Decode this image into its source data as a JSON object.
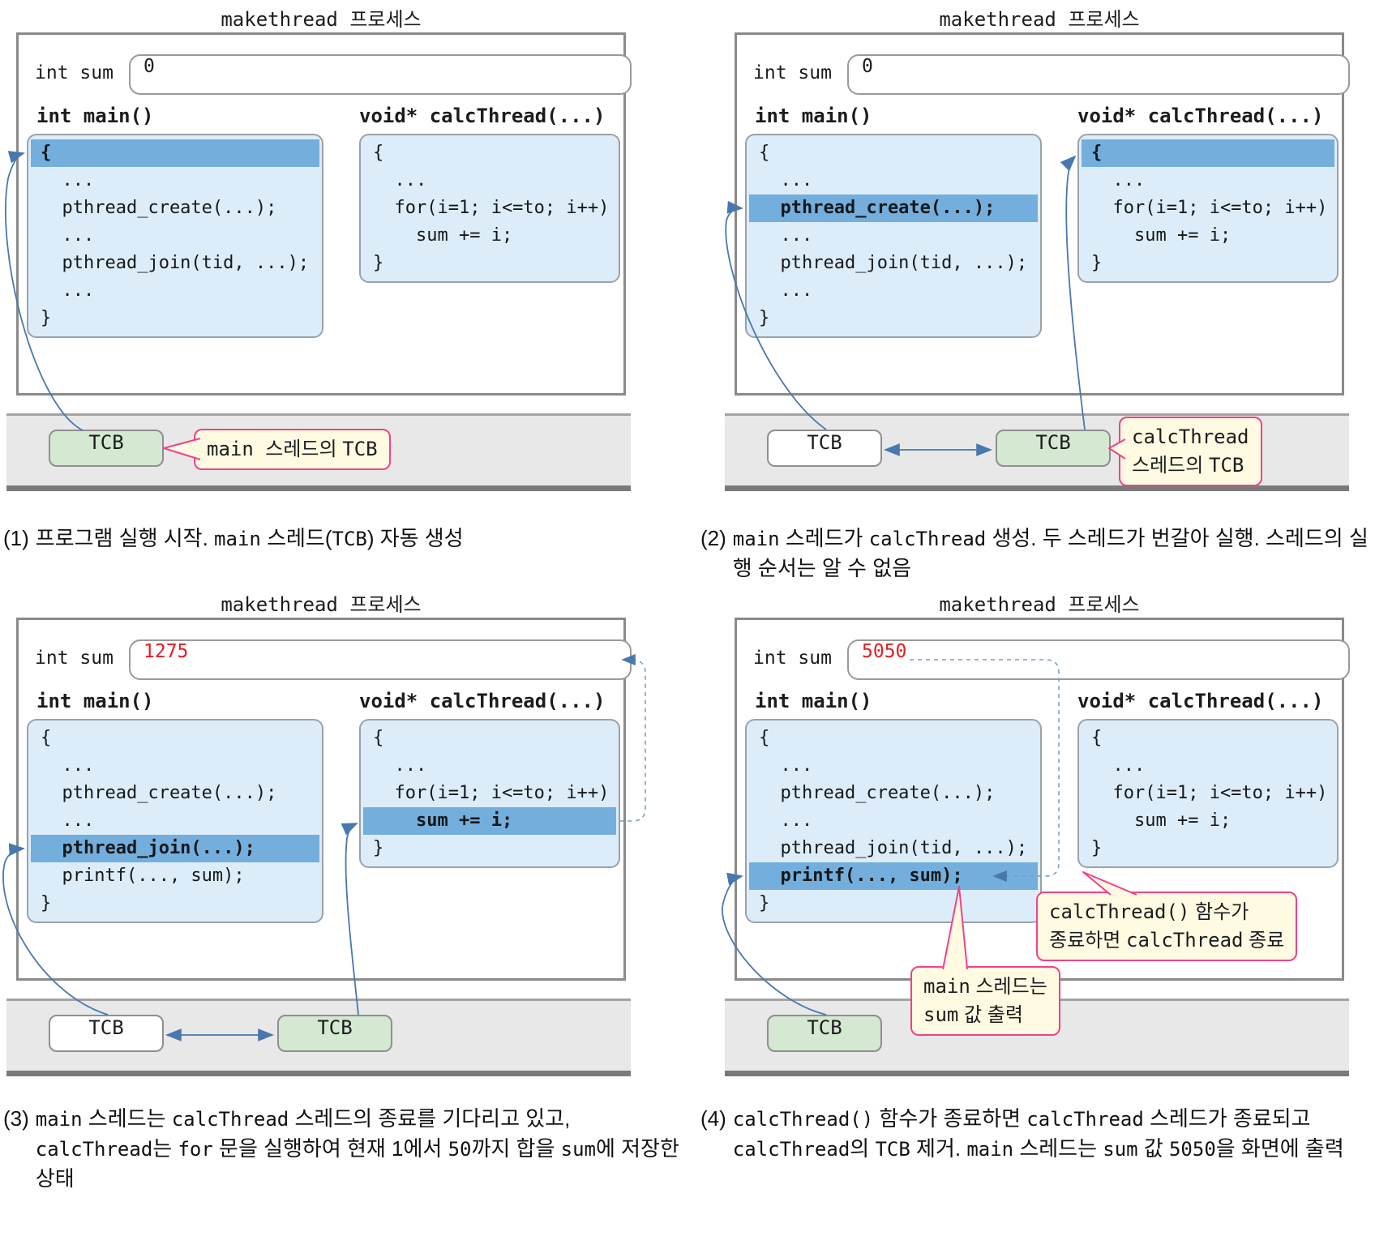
{
  "colors": {
    "arrow_blue": "#4878ad",
    "dashed_blue": "#7b9cc9",
    "highlight_blue": "#74aedc",
    "code_box_bg": "#dcedf9",
    "process_border": "#8a8a8a",
    "kernel_band_bg": "#e8e8e8",
    "tcb_green": "#d4e8d2",
    "callout_bg": "#fffbe2",
    "callout_border": "#f2418a",
    "sum_red": "#e41e20"
  },
  "panels": [
    {
      "title_segments": [
        {
          "t": "makethread ",
          "m": 1
        },
        {
          "t": "프로세스"
        }
      ],
      "sum_label": "int sum",
      "sum_value": "0",
      "main_heading": "int main()",
      "calc_heading": "void* calcThread(...)",
      "main_lines": [
        {
          "t": "{",
          "hl": true
        },
        {
          "t": "  ..."
        },
        {
          "t": "  pthread_create(...);"
        },
        {
          "t": "  ..."
        },
        {
          "t": "  pthread_join(tid, ...);"
        },
        {
          "t": "  ..."
        },
        {
          "t": "}"
        }
      ],
      "calc_lines": [
        {
          "t": "{"
        },
        {
          "t": "  ..."
        },
        {
          "t": "  for(i=1; i<=to; i++)"
        },
        {
          "t": "    sum += i;"
        },
        {
          "t": "}"
        }
      ],
      "tcb_main": "TCB",
      "callout_main_tcb_segments": [
        {
          "t": "main ",
          "m": 1
        },
        {
          "t": "스레드의 "
        },
        {
          "t": "TCB",
          "m": 1
        }
      ],
      "caption": {
        "prefix": "(1)",
        "segments": [
          {
            "t": "프로그램 실행 시작. "
          },
          {
            "t": "main",
            "m": 1
          },
          {
            "t": " 스레드("
          },
          {
            "t": "TCB",
            "m": 1
          },
          {
            "t": ") 자동 생성"
          }
        ]
      }
    },
    {
      "title_segments": [
        {
          "t": "makethread ",
          "m": 1
        },
        {
          "t": "프로세스"
        }
      ],
      "sum_label": "int sum",
      "sum_value": "0",
      "main_heading": "int main()",
      "calc_heading": "void* calcThread(...)",
      "main_lines": [
        {
          "t": "{"
        },
        {
          "t": "  ..."
        },
        {
          "t": "  pthread_create(...);",
          "hl": true
        },
        {
          "t": "  ..."
        },
        {
          "t": "  pthread_join(tid, ...);"
        },
        {
          "t": "  ..."
        },
        {
          "t": "}"
        }
      ],
      "calc_lines": [
        {
          "t": "{",
          "hl": true
        },
        {
          "t": "  ..."
        },
        {
          "t": "  for(i=1; i<=to; i++)"
        },
        {
          "t": "    sum += i;"
        },
        {
          "t": "}"
        }
      ],
      "tcb_main": "TCB",
      "tcb_calc": "TCB",
      "callout_calc_tcb_line1": [
        {
          "t": "calcThread",
          "m": 1
        }
      ],
      "callout_calc_tcb_line2": [
        {
          "t": "스레드의 "
        },
        {
          "t": "TCB",
          "m": 1
        }
      ],
      "caption": {
        "prefix": "(2)",
        "segments": [
          {
            "t": "main",
            "m": 1
          },
          {
            "t": " 스레드가 "
          },
          {
            "t": "calcThread",
            "m": 1
          },
          {
            "t": " 생성. 두 스레드가 번갈아 실행. 스레드의 실행 순서는 알 수 없음"
          }
        ]
      }
    },
    {
      "title_segments": [
        {
          "t": "makethread ",
          "m": 1
        },
        {
          "t": "프로세스"
        }
      ],
      "sum_label": "int sum",
      "sum_value": "1275",
      "main_heading": "int main()",
      "calc_heading": "void* calcThread(...)",
      "main_lines": [
        {
          "t": "{"
        },
        {
          "t": "  ..."
        },
        {
          "t": "  pthread_create(...);"
        },
        {
          "t": "  ..."
        },
        {
          "t": "  pthread_join(...);",
          "hl": true
        },
        {
          "t": "  printf(..., sum);"
        },
        {
          "t": "}"
        }
      ],
      "calc_lines": [
        {
          "t": "{"
        },
        {
          "t": "  ..."
        },
        {
          "t": "  for(i=1; i<=to; i++)"
        },
        {
          "t": "    sum += i;",
          "hl": true
        },
        {
          "t": "}"
        }
      ],
      "tcb_main": "TCB",
      "tcb_calc": "TCB",
      "caption": {
        "prefix": "(3)",
        "segments": [
          {
            "t": "main",
            "m": 1
          },
          {
            "t": " 스레드는 "
          },
          {
            "t": "calcThread",
            "m": 1
          },
          {
            "t": " 스레드의 종료를 기다리고 있고, "
          },
          {
            "t": "calcThread",
            "m": 1
          },
          {
            "t": "는 "
          },
          {
            "t": "for",
            "m": 1
          },
          {
            "t": " 문을 실행하여 현재 1에서 "
          },
          {
            "t": "50",
            "m": 1
          },
          {
            "t": "까지 합을 "
          },
          {
            "t": "sum",
            "m": 1
          },
          {
            "t": "에 저장한 상태"
          }
        ]
      }
    },
    {
      "title_segments": [
        {
          "t": "makethread ",
          "m": 1
        },
        {
          "t": "프로세스"
        }
      ],
      "sum_label": "int sum",
      "sum_value": "5050",
      "main_heading": "int main()",
      "calc_heading": "void* calcThread(...)",
      "main_lines": [
        {
          "t": "{"
        },
        {
          "t": "  ..."
        },
        {
          "t": "  pthread_create(...);"
        },
        {
          "t": "  ..."
        },
        {
          "t": "  pthread_join(tid, ...);"
        },
        {
          "t": "  printf(..., sum);",
          "hl": true
        },
        {
          "t": "}"
        }
      ],
      "calc_lines": [
        {
          "t": "{"
        },
        {
          "t": "  ..."
        },
        {
          "t": "  for(i=1; i<=to; i++)"
        },
        {
          "t": "    sum += i;"
        },
        {
          "t": "}"
        }
      ],
      "tcb_main": "TCB",
      "callout_calc_end_line1": [
        {
          "t": "calcThread()",
          "m": 1
        },
        {
          "t": " 함수가"
        }
      ],
      "callout_calc_end_line2": [
        {
          "t": "종료하면 "
        },
        {
          "t": "calcThread",
          "m": 1
        },
        {
          "t": " 종료"
        }
      ],
      "callout_print_line1": [
        {
          "t": "main",
          "m": 1
        },
        {
          "t": " 스레드는"
        }
      ],
      "callout_print_line2": [
        {
          "t": "sum",
          "m": 1
        },
        {
          "t": " 값 출력"
        }
      ],
      "caption": {
        "prefix": "(4)",
        "segments": [
          {
            "t": "calcThread()",
            "m": 1
          },
          {
            "t": " 함수가 종료하면 "
          },
          {
            "t": "calcThread",
            "m": 1
          },
          {
            "t": " 스레드가 종료되고 "
          },
          {
            "t": "calcThread",
            "m": 1
          },
          {
            "t": "의 "
          },
          {
            "t": "TCB",
            "m": 1
          },
          {
            "t": " 제거. "
          },
          {
            "t": "main",
            "m": 1
          },
          {
            "t": " 스레드는 "
          },
          {
            "t": "sum",
            "m": 1
          },
          {
            "t": " 값 "
          },
          {
            "t": "5050",
            "m": 1
          },
          {
            "t": "을 화면에 출력"
          }
        ]
      }
    }
  ]
}
